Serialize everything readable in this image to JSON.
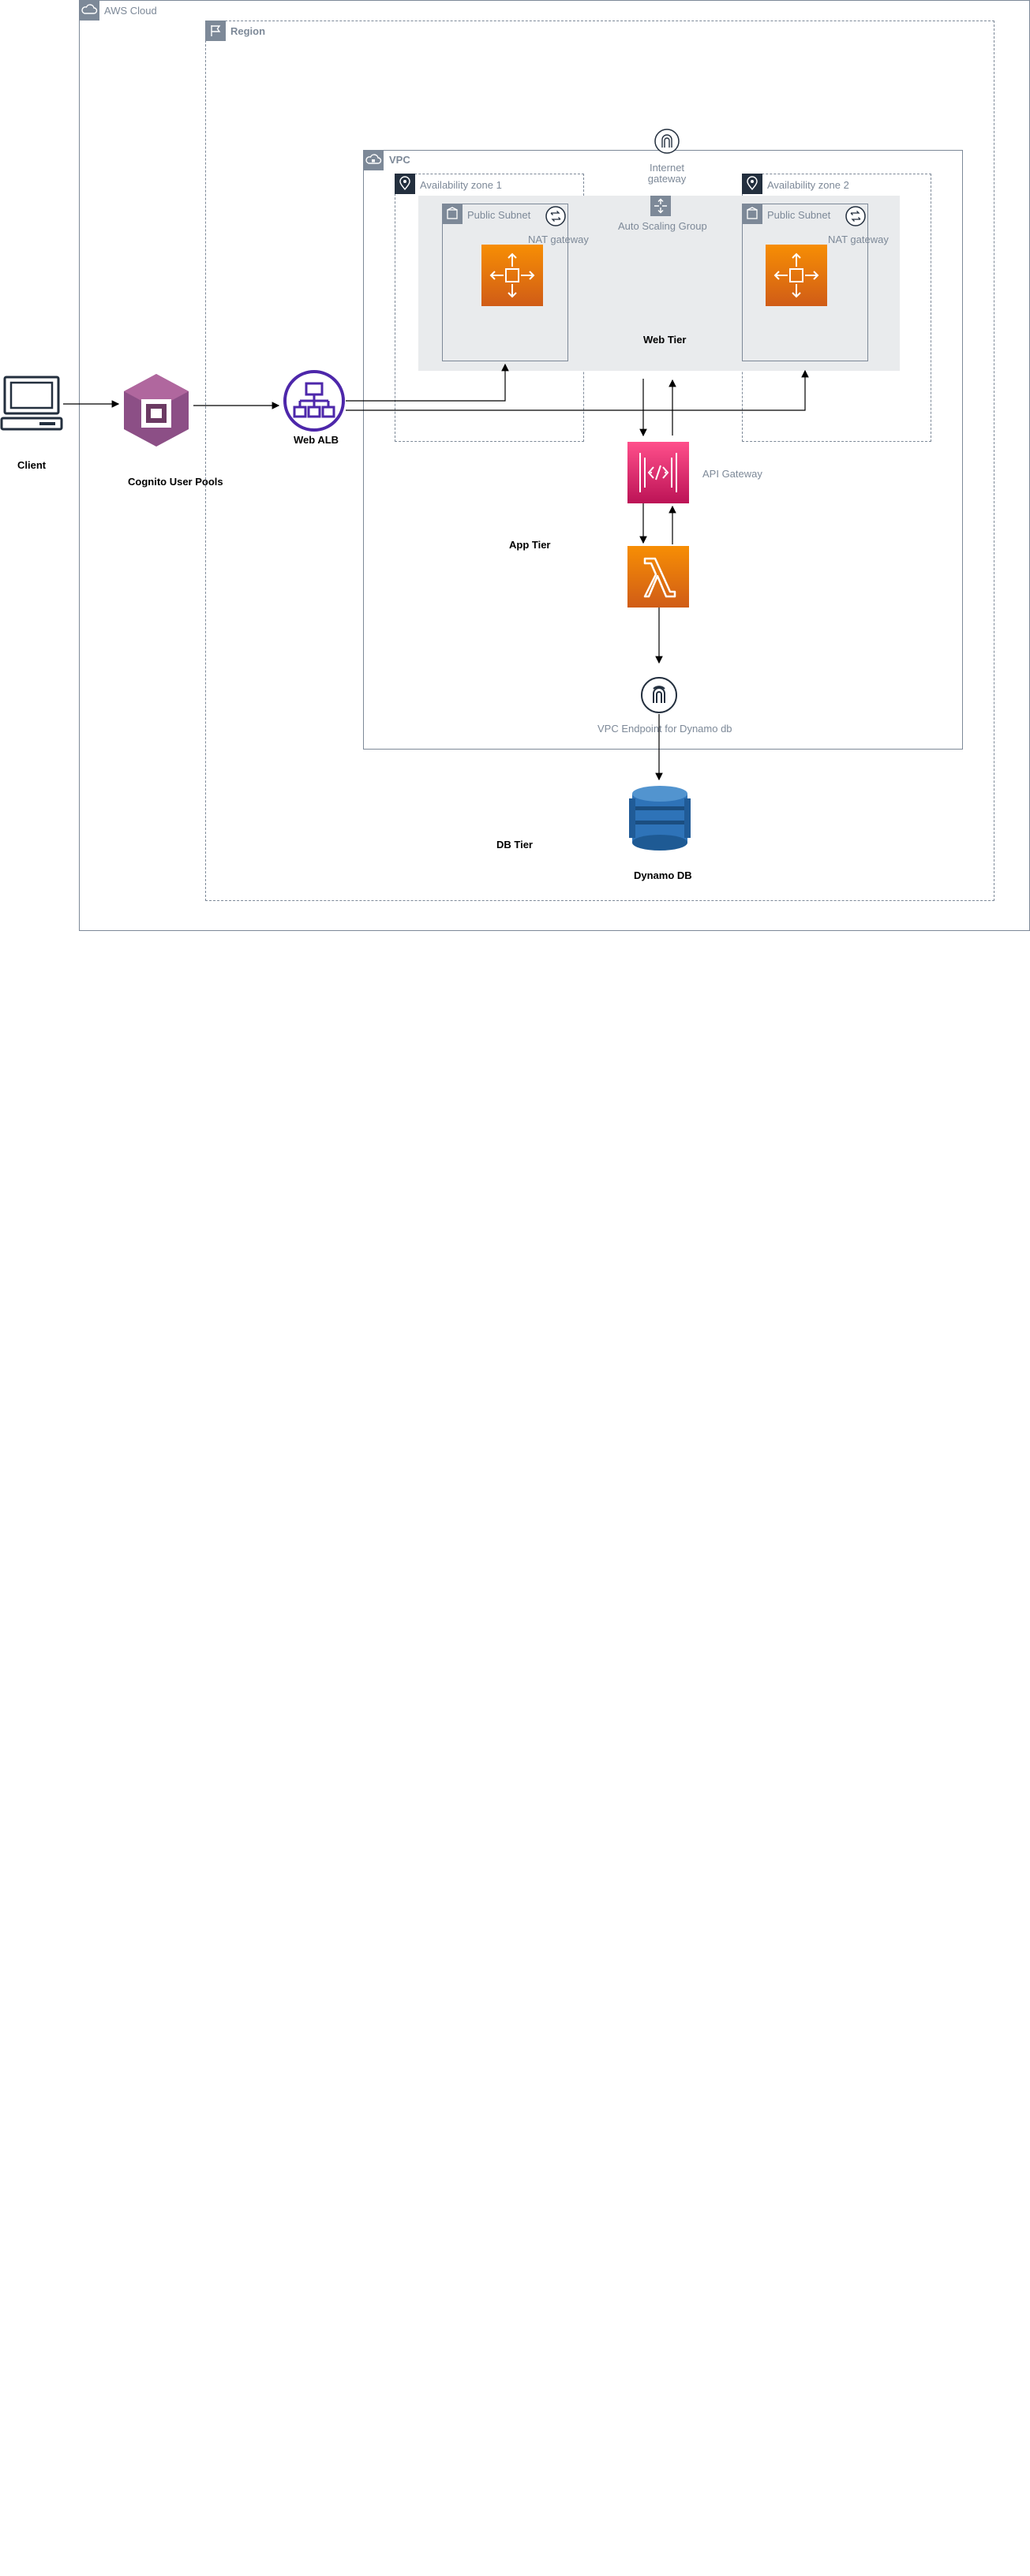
{
  "diagram": {
    "aws_cloud": {
      "label": "AWS Cloud"
    },
    "region": {
      "label": "Region"
    },
    "vpc": {
      "label": "VPC"
    },
    "az1": {
      "label": "Availability zone 1"
    },
    "az2": {
      "label": "Availability zone 2"
    },
    "asg": {
      "label": "Auto Scaling Group"
    },
    "subnet1": {
      "label": "Public Subnet"
    },
    "subnet2": {
      "label": "Public Subnet"
    },
    "nat1": {
      "label": "NAT gateway"
    },
    "nat2": {
      "label": "NAT gateway"
    },
    "igw": {
      "label": "Internet\ngateway"
    },
    "client": {
      "label": "Client"
    },
    "cognito": {
      "label": "Cognito User Pools"
    },
    "alb": {
      "label": "Web ALB"
    },
    "web_tier": {
      "label": "Web Tier"
    },
    "api_gateway": {
      "label": "API Gateway"
    },
    "app_tier": {
      "label": "App Tier"
    },
    "vpc_endpoint": {
      "label": "VPC Endpoint for Dynamo db"
    },
    "db_tier": {
      "label": "DB Tier"
    },
    "dynamodb": {
      "label": "Dynamo DB"
    }
  },
  "colors": {
    "group_border": "#7d8998",
    "group_icon": "#7d8998",
    "asg_fill": "#e9ebed",
    "ec2_orange": "#ed7100",
    "api_pink": "#e7157b",
    "alb_purple": "#4d27aa",
    "cognito_purple": "#8c4f86",
    "dynamo_blue": "#2e73b8"
  }
}
